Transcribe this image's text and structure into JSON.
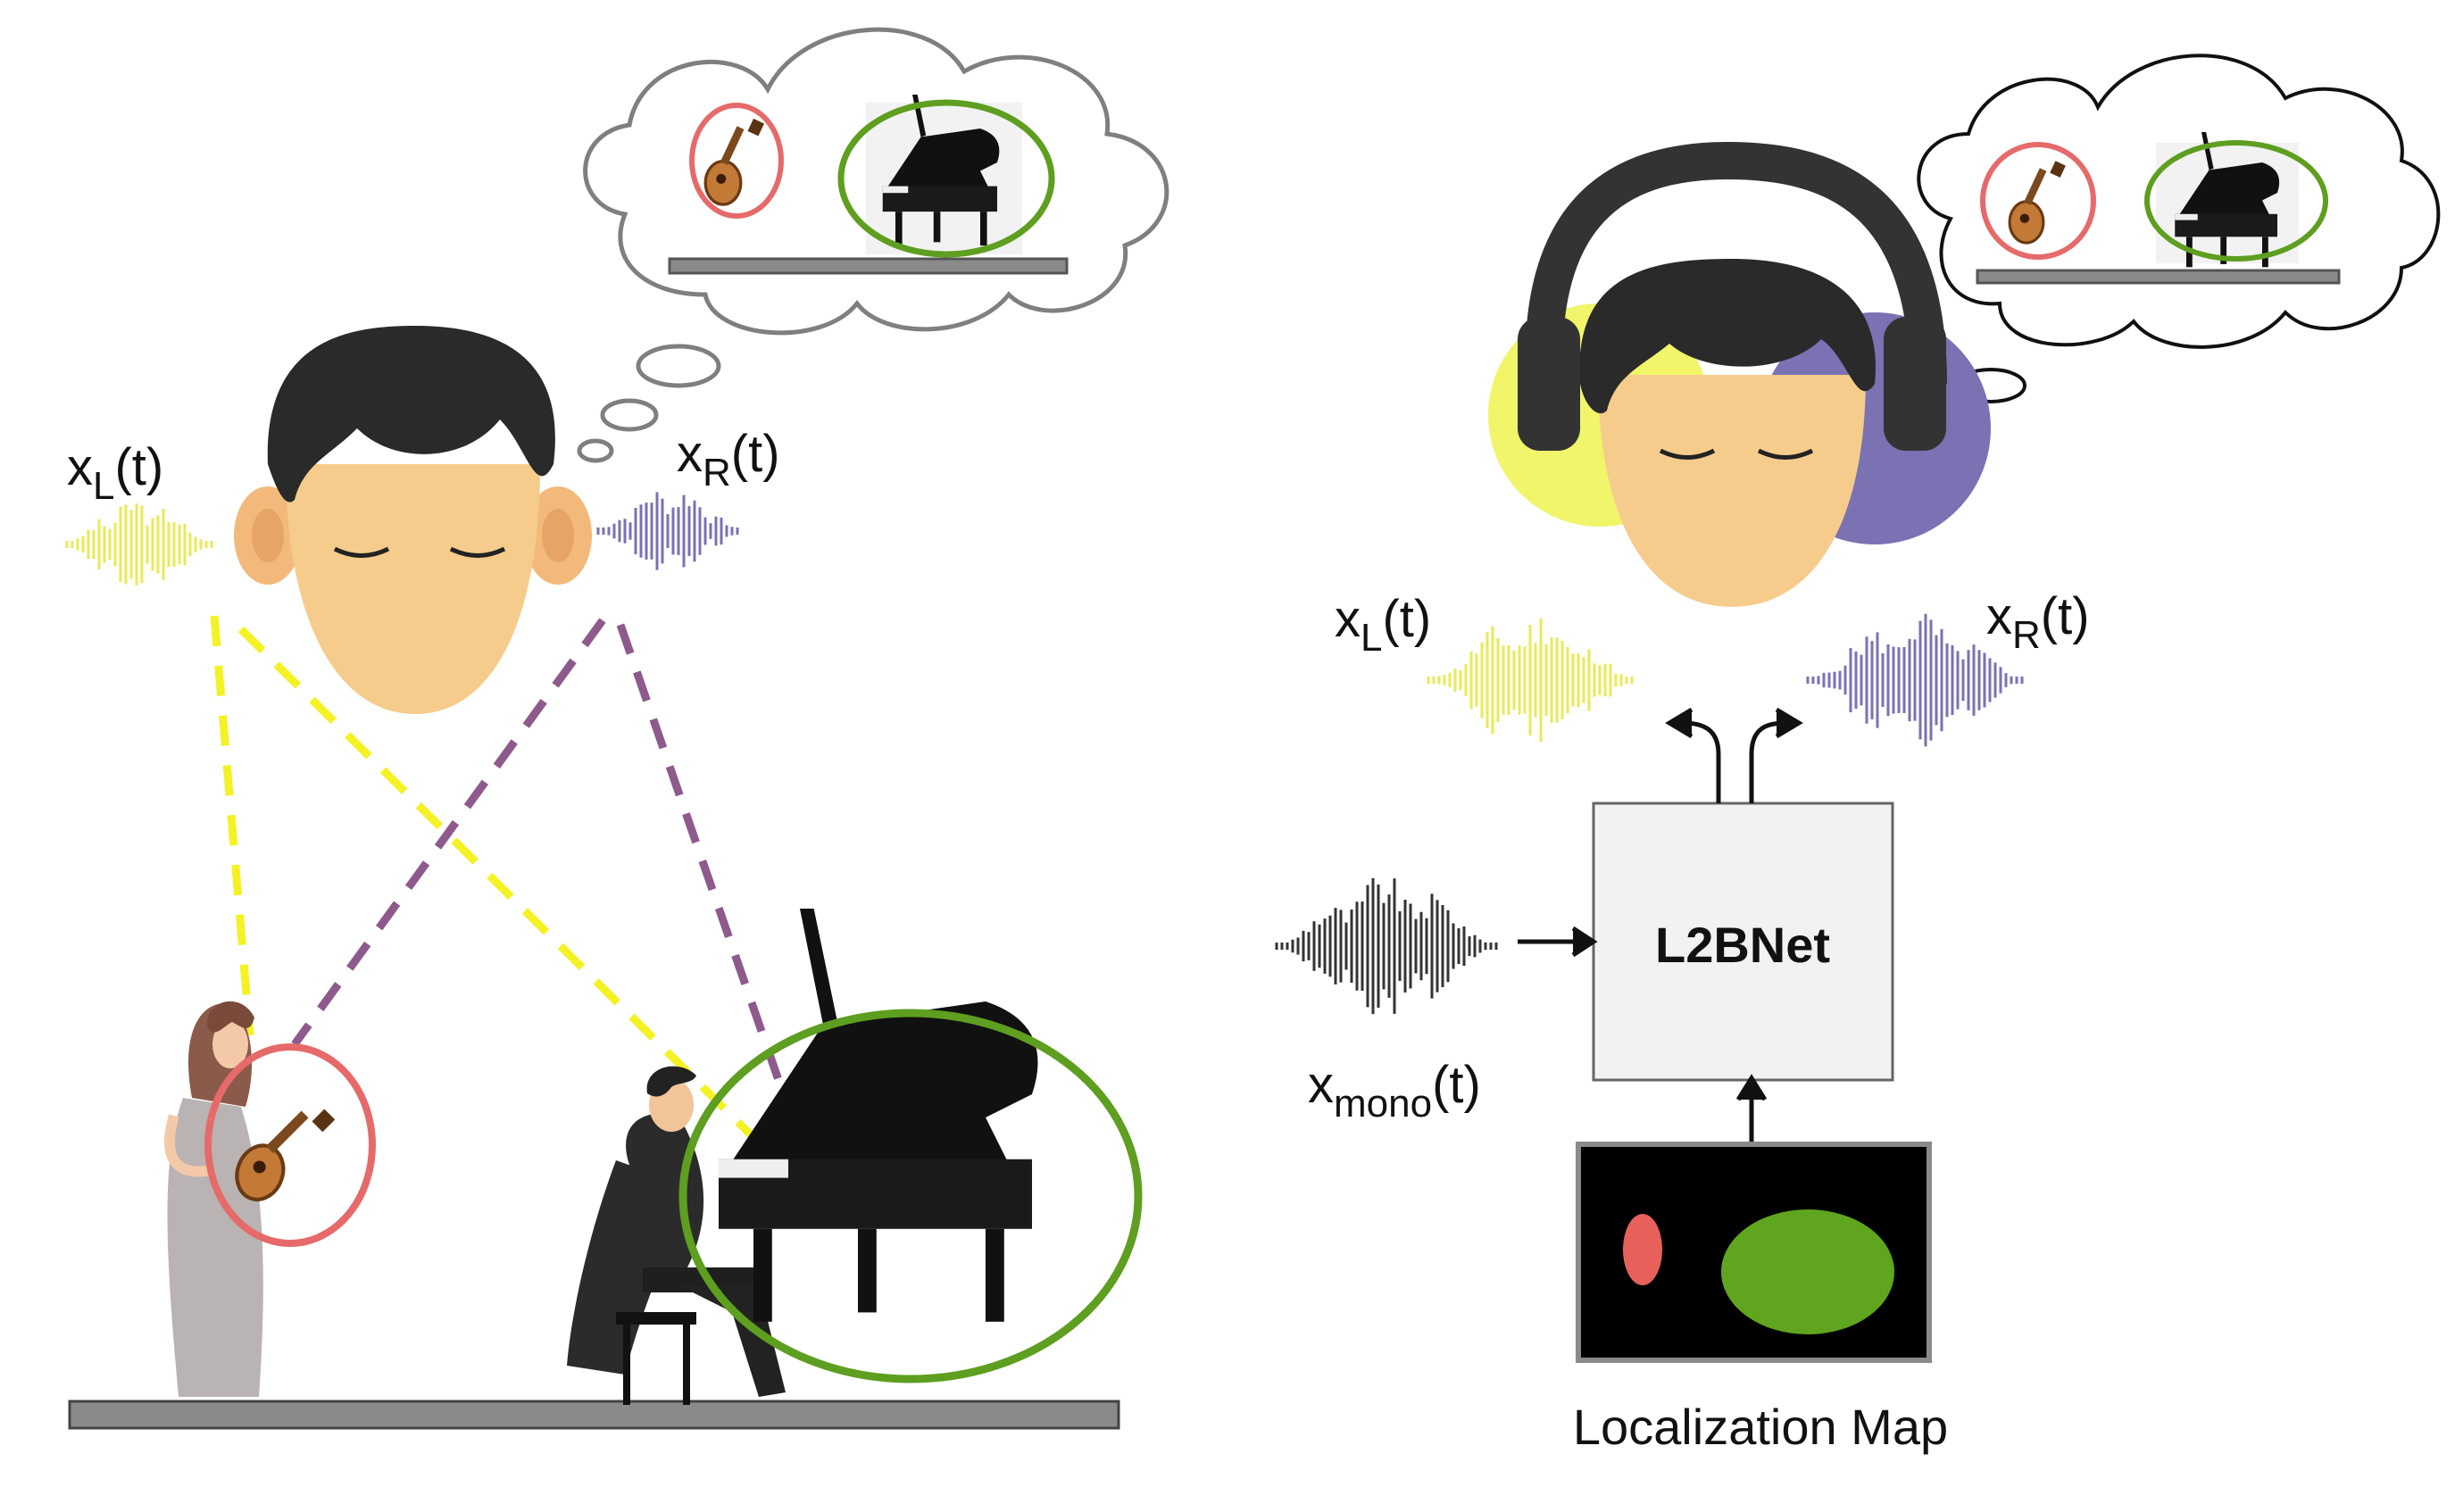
{
  "left_scene": {
    "signal_left": {
      "main": "x",
      "sub": "L",
      "suffix": "(t)"
    },
    "signal_right": {
      "main": "x",
      "sub": "R",
      "suffix": "(t)"
    }
  },
  "right_scene": {
    "signal_left": {
      "main": "x",
      "sub": "L",
      "suffix": "(t)"
    },
    "signal_right": {
      "main": "x",
      "sub": "R",
      "suffix": "(t)"
    },
    "mono_signal": {
      "main": "x",
      "sub": "mono",
      "suffix": "(t)"
    },
    "network_label": "L2BNet",
    "map_caption": "Localization Map"
  },
  "colors": {
    "left_channel": "#F1F56A",
    "right_channel": "#7A72B3",
    "left_path": "#F4F225",
    "right_path": "#8E5A8C",
    "mandolin_ring": "#E66A6A",
    "piano_ring": "#5E9E20",
    "map_red_blob": "#E8605C",
    "map_green_blob": "#5FA51E",
    "skin": "#F6CC8C",
    "hair": "#2A2A2A",
    "stage": "#8A8A8A"
  },
  "icons": {
    "left_head": "listener-head-icon",
    "right_head": "headphone-listener-icon",
    "mandolin": "mandolin-icon",
    "piano": "grand-piano-icon",
    "violinist": "female-musician-icon",
    "pianist": "male-pianist-icon"
  }
}
